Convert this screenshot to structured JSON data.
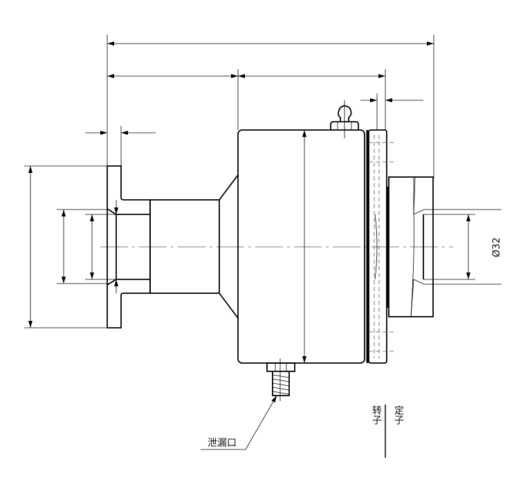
{
  "drawing": {
    "dimension_label": "Ø32",
    "leak_port_label": "泄漏口",
    "rotor_label": "转子",
    "stator_label": "定子",
    "line_color": "#000000"
  }
}
